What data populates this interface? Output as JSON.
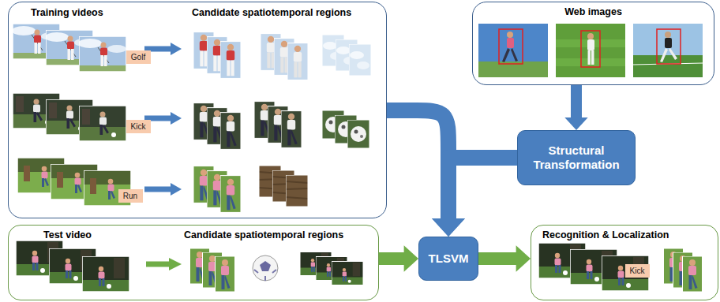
{
  "diagram": {
    "nodes": [
      {
        "text": [
          "Training videos",
          "Candidate spatiotemporal regions"
        ]
      },
      {
        "text": [
          "Golf"
        ],
        "in": 0
      },
      {
        "text": [
          "Kick"
        ],
        "in": 0
      },
      {
        "text": [
          "Run"
        ],
        "in": 0
      },
      {
        "text": [
          "Web images"
        ]
      },
      {
        "text": [
          "Structural Transformation"
        ]
      },
      {
        "text": [
          "Test video",
          "Candidate spatiotemporal regions"
        ]
      },
      {
        "text": [
          "TLSVM"
        ]
      },
      {
        "text": [
          "Recognition & Localization"
        ]
      },
      {
        "text": [
          "Kick"
        ],
        "in": 8
      }
    ],
    "edges": [
      {
        "from": 0,
        "to": 7,
        "arrow": "to"
      },
      {
        "from": 4,
        "to": 5,
        "arrow": "to"
      },
      {
        "from": 5,
        "to": 7,
        "arrow": "to"
      },
      {
        "from": 6,
        "to": 7,
        "arrow": "to"
      },
      {
        "from": 7,
        "to": 8,
        "arrow": "to"
      }
    ]
  }
}
